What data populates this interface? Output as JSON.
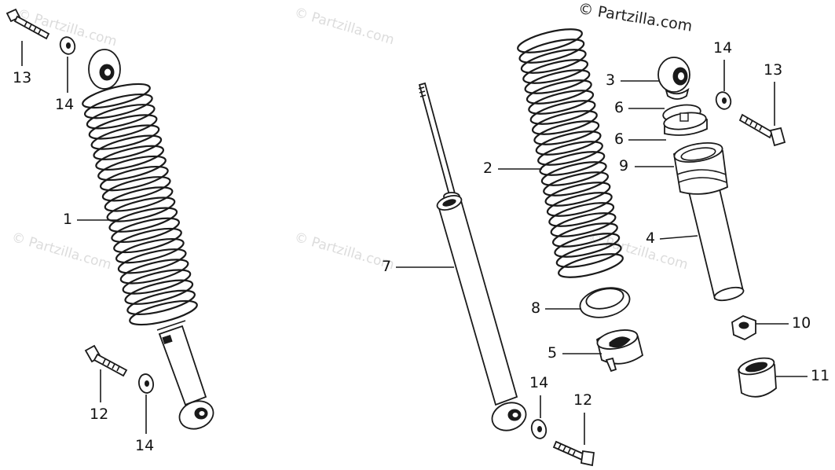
{
  "copyright": "© Partzilla.com",
  "watermark": "© Partzilla.com",
  "callouts": {
    "c13_left": "13",
    "c14_top_left": "14",
    "c1": "1",
    "c12_left": "12",
    "c14_bottom_left": "14",
    "c7": "7",
    "c2": "2",
    "c8": "8",
    "c5": "5",
    "c14_bottom_mid": "14",
    "c12_bottom_mid": "12",
    "c3": "3",
    "c14_top_right": "14",
    "c13_right": "13",
    "c6_a": "6",
    "c6_b": "6",
    "c9": "9",
    "c4": "4",
    "c10": "10",
    "c11": "11"
  }
}
